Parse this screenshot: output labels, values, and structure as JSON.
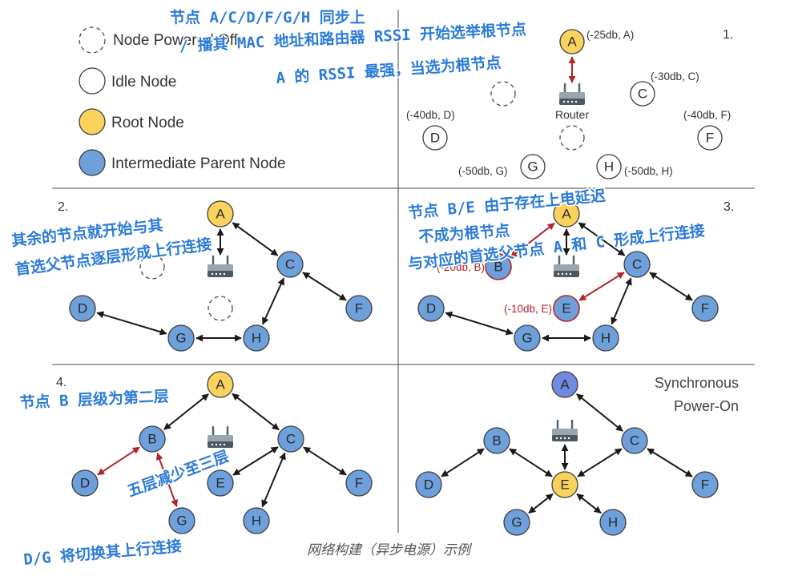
{
  "legend": {
    "powered_off": "Node Powered Off",
    "idle": "Idle Node",
    "root": "Root Node",
    "intermediate": "Intermediate Parent Node"
  },
  "colors": {
    "root_node": "#fad35e",
    "intermediate_node": "#6ea0dc",
    "intermediate_node_alt": "#6f8ae0",
    "idle_node": "#ffffff",
    "node_outline": "#3d3d3d",
    "highlight_link": "#b0262b",
    "link": "#1a1a1a",
    "annotation_text": "#2b7bd8",
    "divider": "#4a4a4a"
  },
  "panel1": {
    "number": "1.",
    "router_label": "Router",
    "nodes": {
      "A": "A",
      "C": "C",
      "D": "D",
      "F": "F",
      "G": "G",
      "H": "H"
    },
    "rssi": {
      "A": "(-25db, A)",
      "C": "(-30db, C)",
      "D": "(-40db, D)",
      "F": "(-40db, F)",
      "G": "(-50db, G)",
      "H": "(-50db, H)"
    }
  },
  "panel2": {
    "number": "2.",
    "nodes": {
      "A": "A",
      "C": "C",
      "D": "D",
      "F": "F",
      "G": "G",
      "H": "H"
    }
  },
  "panel3": {
    "number": "3.",
    "nodes": {
      "A": "A",
      "B": "B",
      "C": "C",
      "D": "D",
      "E": "E",
      "F": "F",
      "G": "G",
      "H": "H"
    },
    "rssi": {
      "B": "(-20db, B)",
      "E": "(-10db, E)"
    }
  },
  "panel4": {
    "number": "4.",
    "nodes": {
      "A": "A",
      "B": "B",
      "C": "C",
      "D": "D",
      "E": "E",
      "F": "F",
      "G": "G",
      "H": "H"
    }
  },
  "panel5": {
    "title_line1": "Synchronous",
    "title_line2": "Power-On",
    "nodes": {
      "A": "A",
      "B": "B",
      "C": "C",
      "D": "D",
      "E": "E",
      "F": "F",
      "G": "G",
      "H": "H"
    }
  },
  "annotations": {
    "panel1_line1": "节点 A/C/D/F/G/H 同步上",
    "panel1_line2": "/ 播其 MAC 地址和路由器 RSSI 开始选举根节点",
    "panel1_line3": "A 的 RSSI 最强，当选为根节点",
    "panel2_line1": "其余的节点就开始与其",
    "panel2_line2": "首选父节点逐层形成上行连接",
    "panel3_line1": "节点 B/E 由于存在上电延迟",
    "panel3_line2": "不成为根节点",
    "panel3_line3": "与对应的首选父节点 A 和 C 形成上行连接",
    "panel4_line1": "节点 B 层级为第二层",
    "panel4_line2": "五层减少至三层",
    "panel4_line3": "D/G 将切换其上行连接"
  },
  "caption": "网络构建（异步电源）示例"
}
